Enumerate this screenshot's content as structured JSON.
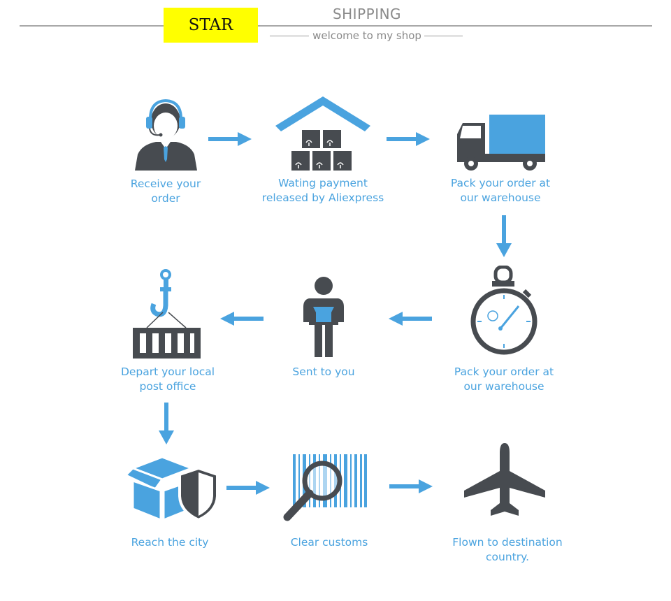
{
  "header": {
    "brand": "STAR",
    "title": "SHIPPING",
    "subtitle": "welcome to my shop"
  },
  "colors": {
    "accent": "#4aa3df",
    "dark": "#474b50",
    "brand_bg": "#ffff00"
  },
  "steps": [
    {
      "label": "Receive your\norder",
      "icon": "customer-service-icon"
    },
    {
      "label": "Wating payment\nreleased by Aliexpress",
      "icon": "warehouse-icon"
    },
    {
      "label": "Pack your order at\nour warehouse",
      "icon": "truck-icon"
    },
    {
      "label": "Pack your order at\nour warehouse",
      "icon": "stopwatch-icon"
    },
    {
      "label": "Sent to you",
      "icon": "courier-person-icon"
    },
    {
      "label": "Depart your local\npost office",
      "icon": "crane-container-icon"
    },
    {
      "label": "Reach the city",
      "icon": "box-shield-icon"
    },
    {
      "label": "Clear customs",
      "icon": "barcode-magnifier-icon"
    },
    {
      "label": "Flown to destination\ncountry.",
      "icon": "airplane-icon"
    }
  ]
}
